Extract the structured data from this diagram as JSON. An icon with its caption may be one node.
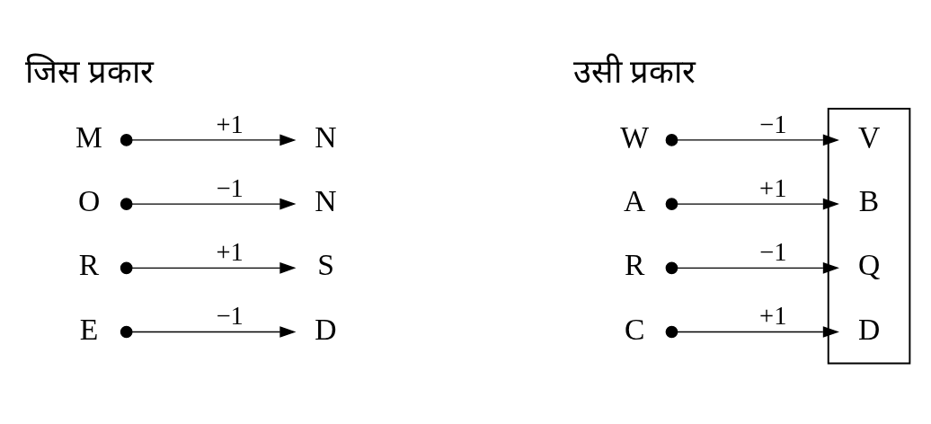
{
  "diagram": {
    "nodes": [
      {
        "text": [
          "M"
        ]
      },
      {
        "text": [
          "N"
        ]
      },
      {
        "text": [
          "O"
        ]
      },
      {
        "text": [
          "N"
        ]
      },
      {
        "text": [
          "R"
        ]
      },
      {
        "text": [
          "S"
        ]
      },
      {
        "text": [
          "E"
        ]
      },
      {
        "text": [
          "D"
        ]
      },
      {
        "text": [
          "C"
        ]
      },
      {
        "text": [
          "R"
        ]
      },
      {
        "text": [
          "A"
        ]
      },
      {
        "text": [
          "W"
        ]
      },
      {
        "text": [],
        "shape": "box"
      },
      {
        "text": [
          "D"
        ],
        "in": 12
      },
      {
        "text": [
          "Q"
        ],
        "in": 12
      },
      {
        "text": [
          "B"
        ],
        "in": 12
      },
      {
        "text": [
          "V"
        ],
        "in": 12
      }
    ],
    "edges": [
      {
        "from": 0,
        "to": 1,
        "arrow": "to",
        "label": "+1"
      },
      {
        "from": 2,
        "to": 3,
        "arrow": "to",
        "label": "−1"
      },
      {
        "from": 4,
        "to": 5,
        "arrow": "to",
        "label": "+1"
      },
      {
        "from": 6,
        "to": 7,
        "arrow": "to",
        "label": "−1"
      },
      {
        "from": 8,
        "to": 13,
        "arrow": "to",
        "label": "+1"
      },
      {
        "from": 9,
        "to": 14,
        "arrow": "to",
        "label": "−1"
      },
      {
        "from": 10,
        "to": 15,
        "arrow": "to",
        "label": "+1"
      },
      {
        "from": 11,
        "to": 16,
        "arrow": "to",
        "label": "−1"
      }
    ],
    "labels": [
      "जिस प्रकार",
      "उसी प्रकार"
    ]
  }
}
